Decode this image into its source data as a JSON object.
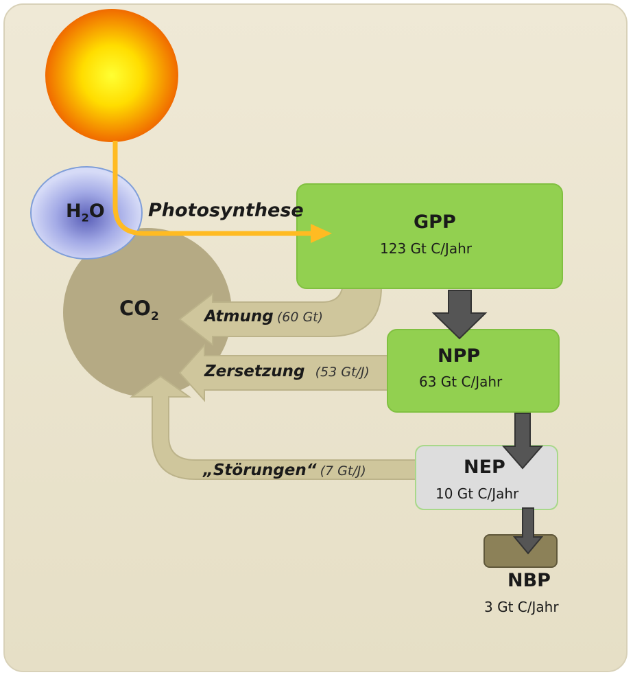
{
  "water": {
    "symbol": "H",
    "sub": "2",
    "suffix": "O"
  },
  "co2": {
    "symbol": "CO",
    "sub": "2"
  },
  "photosynthesis": {
    "label": "Photosynthese"
  },
  "gpp": {
    "title": "GPP",
    "value": "123 Gt C/Jahr"
  },
  "npp": {
    "title": "NPP",
    "value": "63 Gt C/Jahr"
  },
  "nep": {
    "title": "NEP",
    "value": "10 Gt C/Jahr"
  },
  "nbp": {
    "title": "NBP",
    "value": "3 Gt C/Jahr"
  },
  "flows": {
    "atmung": {
      "name": "Atmung",
      "amount": "(60 Gt)"
    },
    "zersetzung": {
      "name": "Zersetzung",
      "amount": "(53 Gt/J)"
    },
    "stoerungen": {
      "name": "„Störungen“",
      "amount": "(7 Gt/J)"
    }
  },
  "colors": {
    "background": "#ece6d3",
    "green_box": "#92d050",
    "grey_box": "#dddddd",
    "soil_box": "#8c8158",
    "co2_circle": "#b5aa84",
    "return_arrow": "#cfc69c",
    "sun_core": "#ffee00",
    "sun_edge": "#f07000",
    "photo_arrow": "#ffbb22",
    "water": "#c9d0f0",
    "flow_arrow": "#555555"
  }
}
